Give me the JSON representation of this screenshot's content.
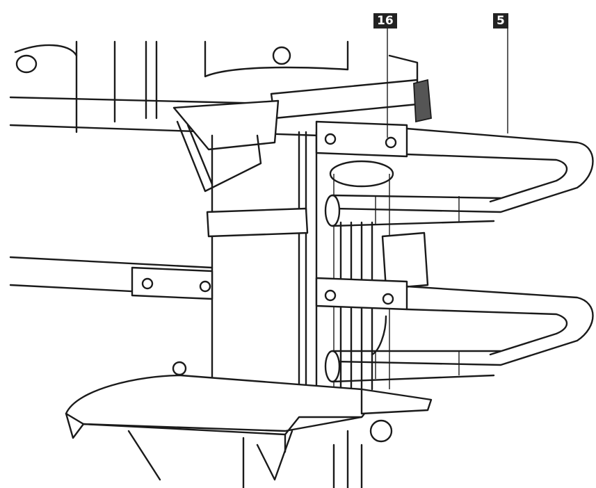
{
  "figure": {
    "callouts": [
      {
        "id": "16",
        "label": "16"
      },
      {
        "id": "5",
        "label": "5"
      }
    ]
  },
  "colors": {
    "line": "#1a1a1a",
    "callout_bg": "#222222",
    "callout_text": "#ffffff",
    "shade": "#bdbdbd"
  }
}
